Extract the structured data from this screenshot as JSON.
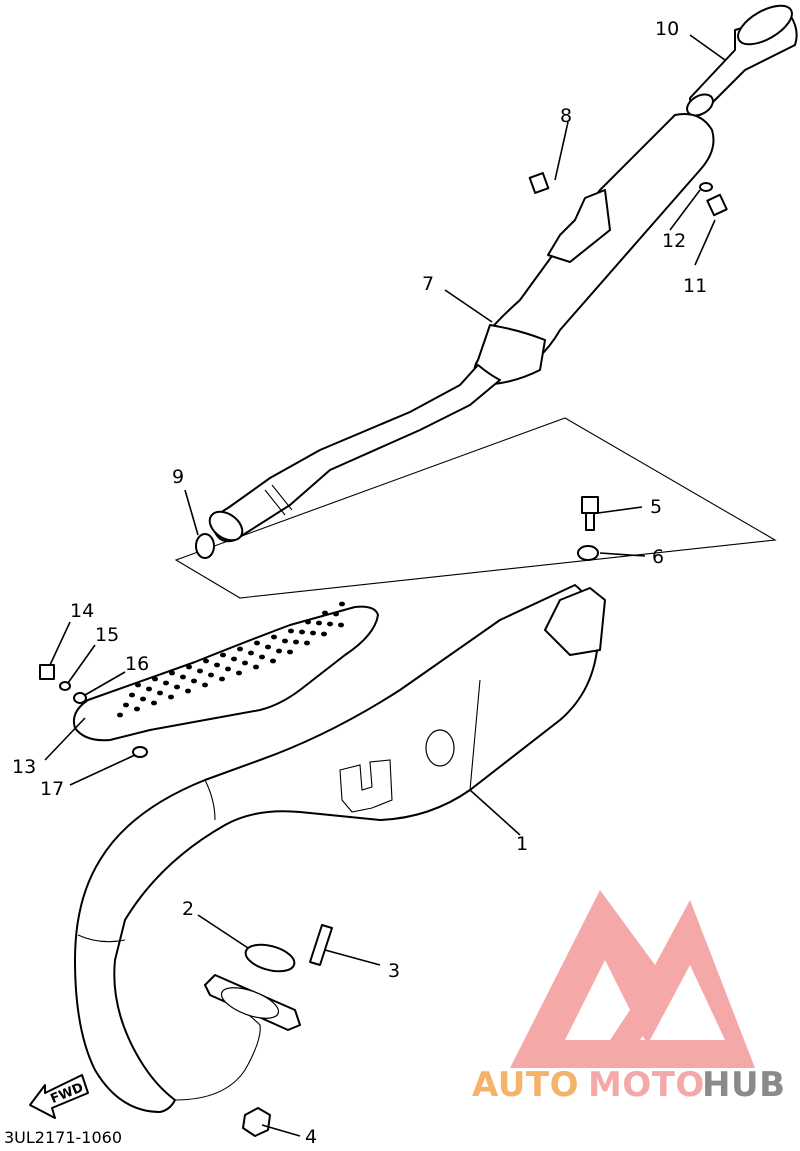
{
  "diagram": {
    "callouts": [
      "1",
      "2",
      "3",
      "4",
      "5",
      "6",
      "7",
      "8",
      "9",
      "10",
      "11",
      "12",
      "13",
      "14",
      "15",
      "16",
      "17"
    ],
    "code": "3UL2171-1060",
    "fwd_label": "FWD"
  },
  "watermark": {
    "part1": "AUTO",
    "part2": "MOTO",
    "part3": "HUB",
    "colors": {
      "auto": "#f5b26b",
      "moto": "#f4a8a8",
      "hub": "#8a8a8a",
      "logo": "#f28b8b"
    }
  }
}
